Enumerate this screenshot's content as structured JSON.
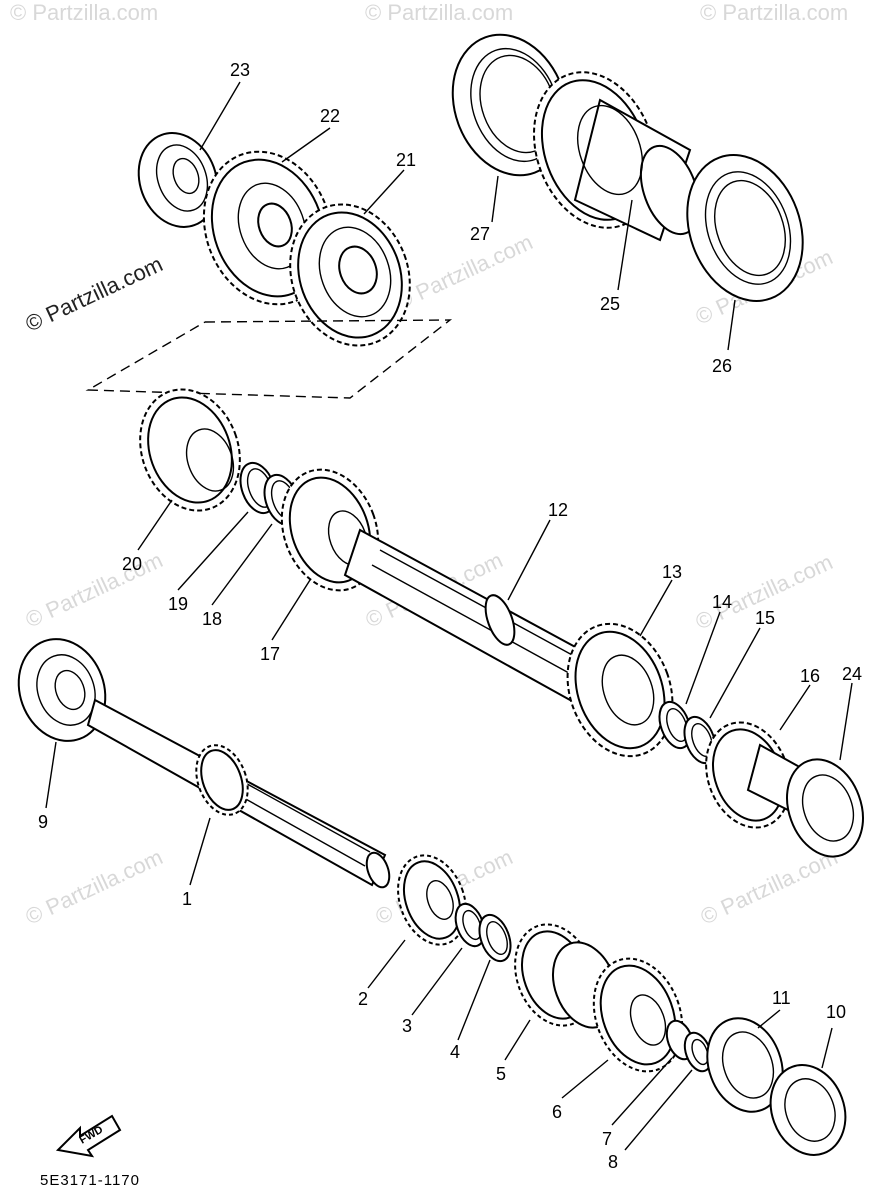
{
  "watermark": "© Partzilla.com",
  "callouts": [
    "1",
    "2",
    "3",
    "4",
    "5",
    "6",
    "7",
    "8",
    "9",
    "10",
    "11",
    "12",
    "13",
    "14",
    "15",
    "16",
    "17",
    "18",
    "19",
    "20",
    "21",
    "22",
    "23",
    "24",
    "25",
    "26",
    "27"
  ],
  "fwd_label": "FWD",
  "diagram_code": "5E3171-1170"
}
